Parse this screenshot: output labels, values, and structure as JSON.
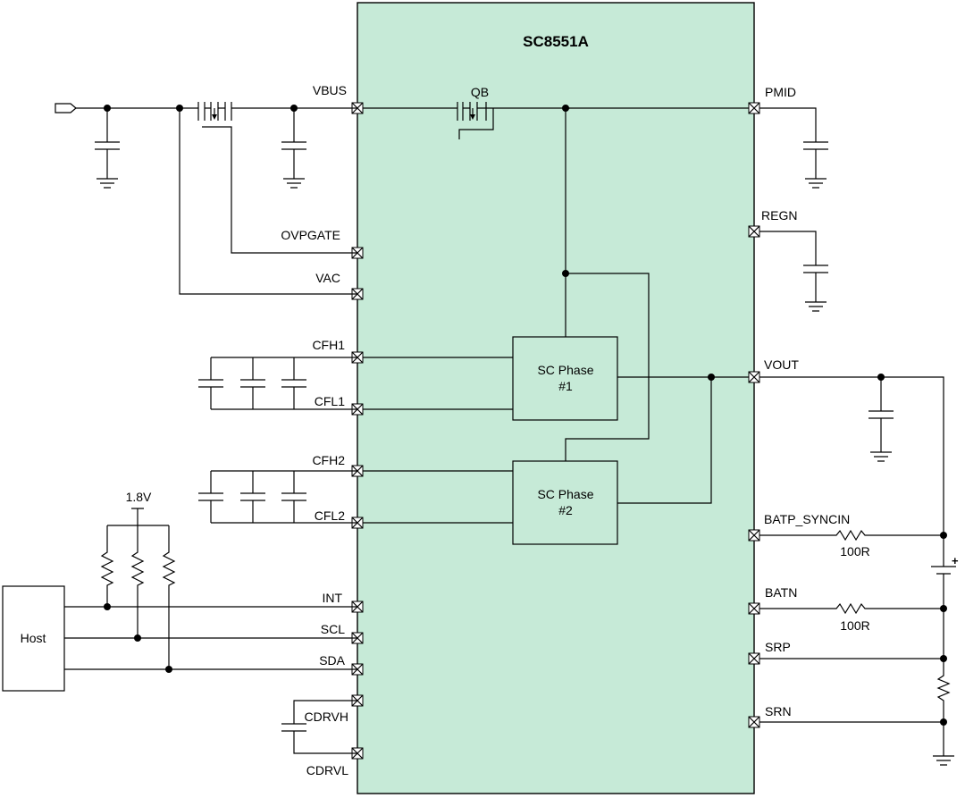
{
  "chip": {
    "name": "SC8551A"
  },
  "pins": {
    "vbus": "VBUS",
    "ovpgate": "OVPGATE",
    "vac": "VAC",
    "cfh1": "CFH1",
    "cfl1": "CFL1",
    "cfh2": "CFH2",
    "cfl2": "CFL2",
    "int": "INT",
    "scl": "SCL",
    "sda": "SDA",
    "cdrvh": "CDRVH",
    "cdrvl": "CDRVL",
    "pmid": "PMID",
    "regn": "REGN",
    "vout": "VOUT",
    "batp_syncin": "BATP_SYNCIN",
    "batn": "BATN",
    "srp": "SRP",
    "srn": "SRN"
  },
  "blocks": {
    "qb": "QB",
    "phase1_line1": "SC Phase",
    "phase1_line2": "#1",
    "phase2_line1": "SC Phase",
    "phase2_line2": "#2"
  },
  "external": {
    "host": "Host",
    "pullup_voltage": "1.8V",
    "resistor_batp": "100R",
    "resistor_batn": "100R",
    "battery_plus": "+"
  }
}
